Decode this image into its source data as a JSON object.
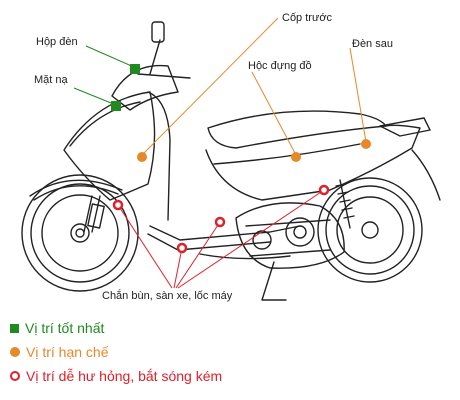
{
  "labels": {
    "hop_den": "Hộp đèn",
    "mat_na": "Mặt nạ",
    "cop_truoc": "Cốp trước",
    "hoc_dung_do": "Hộc đựng đồ",
    "den_sau": "Đèn sau",
    "chan_bun": "Chắn bùn, sàn xe, lốc máy"
  },
  "legend": {
    "best": "Vị trí tốt nhất",
    "limited": "Vị trí hạn chế",
    "bad": "Vị trí dễ hư hỏng, bắt sóng kém"
  },
  "colors": {
    "best": "#1f8a1f",
    "limited": "#e5892a",
    "bad": "#e0202a",
    "line": "#222222"
  }
}
